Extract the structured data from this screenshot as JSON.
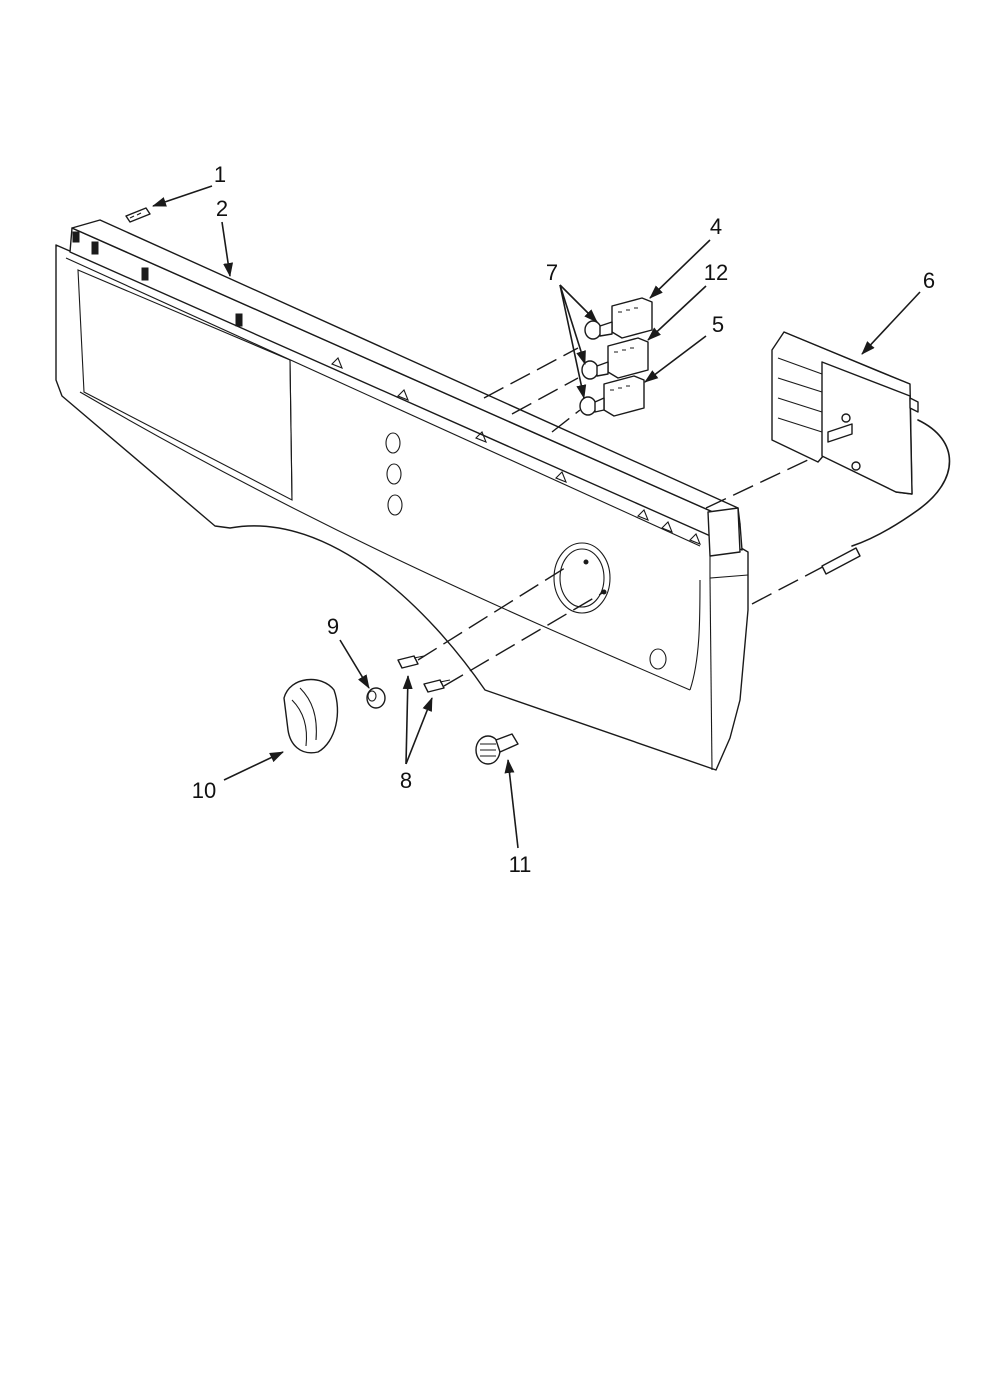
{
  "diagram": {
    "type": "exploded-parts-diagram",
    "callouts": [
      "1",
      "2",
      "4",
      "7",
      "12",
      "5",
      "6",
      "9",
      "10",
      "8",
      "11"
    ]
  }
}
